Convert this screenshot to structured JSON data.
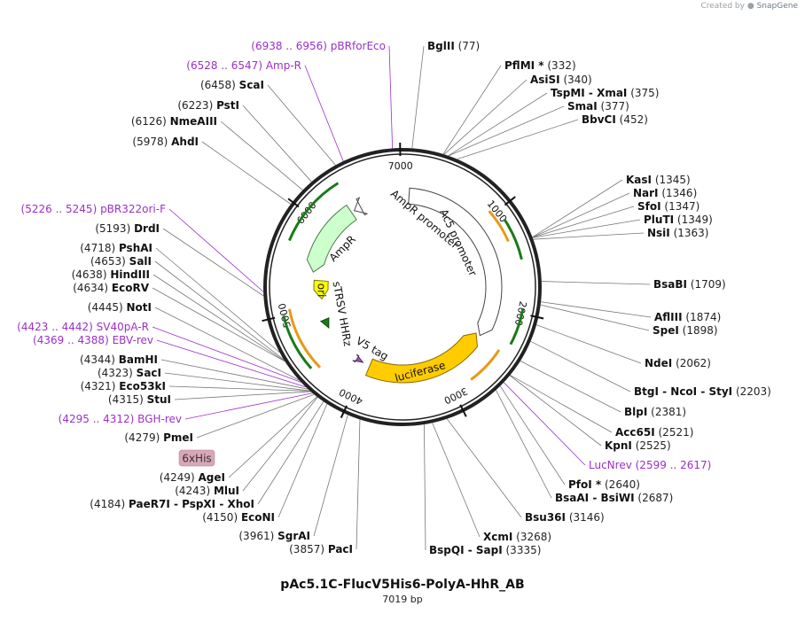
{
  "credit": {
    "prefix": "Created by",
    "brand": "SnapGene"
  },
  "plasmid": {
    "name": "pAc5.1C-FlucV5His6-PolyA-HhR_AB",
    "length_label": "7019 bp",
    "length": 7019
  },
  "colors": {
    "backbone": "#222222",
    "primer": "#9b30c7",
    "enzyme_text": "#111111",
    "coords_text": "#222222",
    "ampr": "#ccffcc",
    "ori": "#ffff00",
    "luciferase": "#ffcc00",
    "promoter": "#ffffff",
    "terminator_green": "#1a7a1a",
    "his_tag": "#d9a6b8",
    "v5_tag": "#9b59b6"
  },
  "ticks": [
    "1000",
    "2000",
    "3000",
    "4000",
    "5000",
    "6000",
    "7000"
  ],
  "features": [
    {
      "name": "AmpR",
      "color": "#ccffcc"
    },
    {
      "name": "AmpR promoter",
      "color": "#ffffff"
    },
    {
      "name": "Ac5 promoter",
      "color": "#ffffff"
    },
    {
      "name": "ori",
      "color": "#ffff00"
    },
    {
      "name": "sTRSV HHRz",
      "color": "#1a7a1a"
    },
    {
      "name": "V5 tag",
      "color": "#9b59b6"
    },
    {
      "name": "luciferase",
      "color": "#ffcc00"
    }
  ],
  "his_tag_label": "6xHis",
  "left_labels": [
    {
      "kind": "primer",
      "name": "pBRforEco",
      "coords": "(6938 .. 6956)"
    },
    {
      "kind": "primer",
      "name": "Amp-R",
      "coords": "(6528 .. 6547)"
    },
    {
      "kind": "enzyme",
      "name": "ScaI",
      "coords": "(6458)"
    },
    {
      "kind": "enzyme",
      "name": "PstI",
      "coords": "(6223)"
    },
    {
      "kind": "enzyme",
      "name": "NmeAIII",
      "coords": "(6126)"
    },
    {
      "kind": "enzyme",
      "name": "AhdI",
      "coords": "(5978)"
    },
    {
      "kind": "primer",
      "name": "pBR322ori-F",
      "coords": "(5226 .. 5245)"
    },
    {
      "kind": "enzyme",
      "name": "DrdI",
      "coords": "(5193)"
    },
    {
      "kind": "enzyme",
      "name": "PshAI",
      "coords": "(4718)"
    },
    {
      "kind": "enzyme",
      "name": "SalI",
      "coords": "(4653)"
    },
    {
      "kind": "enzyme",
      "name": "HindIII",
      "coords": "(4638)"
    },
    {
      "kind": "enzyme",
      "name": "EcoRV",
      "coords": "(4634)"
    },
    {
      "kind": "enzyme",
      "name": "NotI",
      "coords": "(4445)"
    },
    {
      "kind": "primer",
      "name": "SV40pA-R",
      "coords": "(4423 .. 4442)"
    },
    {
      "kind": "primer",
      "name": "EBV-rev",
      "coords": "(4369 .. 4388)"
    },
    {
      "kind": "enzyme",
      "name": "BamHI",
      "coords": "(4344)"
    },
    {
      "kind": "enzyme",
      "name": "SacI",
      "coords": "(4323)"
    },
    {
      "kind": "enzyme",
      "name": "Eco53kI",
      "coords": "(4321)"
    },
    {
      "kind": "enzyme",
      "name": "StuI",
      "coords": "(4315)"
    },
    {
      "kind": "primer",
      "name": "BGH-rev",
      "coords": "(4295 .. 4312)"
    },
    {
      "kind": "enzyme",
      "name": "PmeI",
      "coords": "(4279)"
    },
    {
      "kind": "enzyme",
      "name": "AgeI",
      "coords": "(4249)"
    },
    {
      "kind": "enzyme",
      "name": "MluI",
      "coords": "(4243)"
    },
    {
      "kind": "enzyme",
      "name": "PaeR7I  -  PspXI  -  XhoI",
      "coords": "(4184)"
    },
    {
      "kind": "enzyme",
      "name": "EcoNI",
      "coords": "(4150)"
    },
    {
      "kind": "enzyme",
      "name": "SgrAI",
      "coords": "(3961)"
    },
    {
      "kind": "enzyme",
      "name": "PacI",
      "coords": "(3857)"
    }
  ],
  "right_labels": [
    {
      "kind": "enzyme",
      "name": "BglII",
      "coords": "(77)"
    },
    {
      "kind": "enzyme",
      "name": "PflMI *",
      "coords": "(332)"
    },
    {
      "kind": "enzyme",
      "name": "AsiSI",
      "coords": "(340)"
    },
    {
      "kind": "enzyme",
      "name": "TspMI  -  XmaI",
      "coords": "(375)"
    },
    {
      "kind": "enzyme",
      "name": "SmaI",
      "coords": "(377)"
    },
    {
      "kind": "enzyme",
      "name": "BbvCI",
      "coords": "(452)"
    },
    {
      "kind": "enzyme",
      "name": "KasI",
      "coords": "(1345)"
    },
    {
      "kind": "enzyme",
      "name": "NarI",
      "coords": "(1346)"
    },
    {
      "kind": "enzyme",
      "name": "SfoI",
      "coords": "(1347)"
    },
    {
      "kind": "enzyme",
      "name": "PluTI",
      "coords": "(1349)"
    },
    {
      "kind": "enzyme",
      "name": "NsiI",
      "coords": "(1363)"
    },
    {
      "kind": "enzyme",
      "name": "BsaBI",
      "coords": "(1709)"
    },
    {
      "kind": "enzyme",
      "name": "AflIII",
      "coords": "(1874)"
    },
    {
      "kind": "enzyme",
      "name": "SpeI",
      "coords": "(1898)"
    },
    {
      "kind": "enzyme",
      "name": "NdeI",
      "coords": "(2062)"
    },
    {
      "kind": "enzyme",
      "name": "BtgI  -  NcoI  -  StyI",
      "coords": "(2203)"
    },
    {
      "kind": "enzyme",
      "name": "BlpI",
      "coords": "(2381)"
    },
    {
      "kind": "enzyme",
      "name": "Acc65I",
      "coords": "(2521)"
    },
    {
      "kind": "enzyme",
      "name": "KpnI",
      "coords": "(2525)"
    },
    {
      "kind": "primer",
      "name": "LucNrev",
      "coords": "(2599 .. 2617)"
    },
    {
      "kind": "enzyme",
      "name": "PfoI *",
      "coords": "(2640)"
    },
    {
      "kind": "enzyme",
      "name": "BsaAI  -  BsiWI",
      "coords": "(2687)"
    },
    {
      "kind": "enzyme",
      "name": "Bsu36I",
      "coords": "(3146)"
    },
    {
      "kind": "enzyme",
      "name": "XcmI",
      "coords": "(3268)"
    },
    {
      "kind": "enzyme",
      "name": "BspQI  -  SapI",
      "coords": "(3335)"
    }
  ]
}
